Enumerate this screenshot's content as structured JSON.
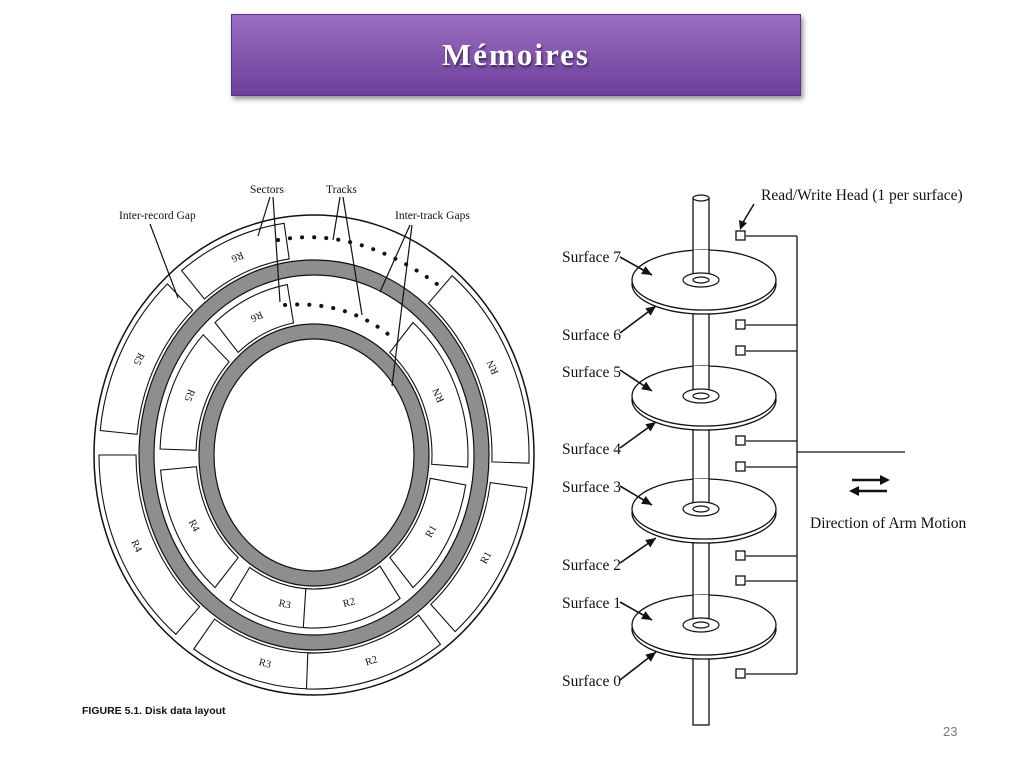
{
  "slide": {
    "title": "Mémoires",
    "number": "23"
  },
  "disk_layout": {
    "caption": "FIGURE 5.1.  Disk data layout",
    "labels": {
      "inter_record_gap": "Inter-record Gap",
      "sectors": "Sectors",
      "tracks": "Tracks",
      "inter_track_gaps": "Inter-track Gaps"
    },
    "outer_track_records": [
      "R6",
      "R5",
      "R4",
      "R3",
      "R2",
      "R1",
      "RN"
    ],
    "inner_track_records": [
      "R6",
      "R5",
      "R4",
      "R3",
      "R2",
      "R1",
      "RN"
    ]
  },
  "disk_stack": {
    "head_label": "Read/Write Head (1 per surface)",
    "surfaces": [
      "Surface 7",
      "Surface 6",
      "Surface 5",
      "Surface 4",
      "Surface 3",
      "Surface 2",
      "Surface 1",
      "Surface 0"
    ],
    "arm_motion_label": "Direction of Arm Motion"
  }
}
